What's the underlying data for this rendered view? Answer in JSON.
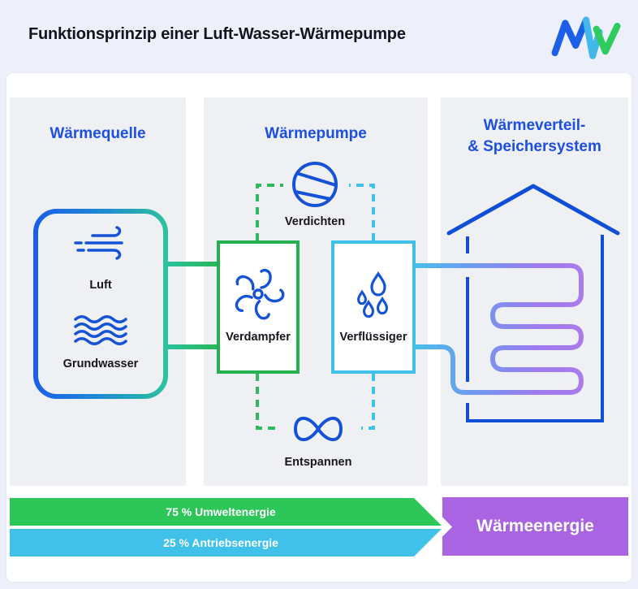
{
  "header": {
    "title": "Funktionsprinzip einer Luft-Wasser-Wärmepumpe",
    "logo": "MVV"
  },
  "columns": {
    "source": {
      "title": "Wärmequelle",
      "items": [
        {
          "icon": "wind-icon",
          "label": "Luft"
        },
        {
          "icon": "waves-icon",
          "label": "Grundwasser"
        }
      ]
    },
    "pump": {
      "title": "Wärmepumpe",
      "compress": {
        "icon": "compressor-icon",
        "label": "Verdichten"
      },
      "evaporator": {
        "icon": "fan-icon",
        "label": "Verdampfer"
      },
      "condenser": {
        "icon": "droplets-icon",
        "label": "Verflüssiger"
      },
      "expand": {
        "icon": "expansion-valve-icon",
        "label": "Entspannen"
      }
    },
    "distribution": {
      "title_line1": "Wärmeverteil-",
      "title_line2": "& Speichersystem",
      "icon": "house-heating-coil-icon"
    }
  },
  "energy_banner": {
    "environment": {
      "label": "75 % Umweltenergie",
      "color": "#2cc659"
    },
    "drive": {
      "label": "25 % Antriebsenergie",
      "color": "#3fc1e9"
    },
    "output": {
      "label": "Wärmeenergie",
      "color": "#a964e1"
    }
  },
  "colors": {
    "page_bg": "#edeffa",
    "card_bg": "#ffffff",
    "column_bg": "#eff0f3",
    "heading_blue": "#1d4fe1",
    "icon_blue": "#1553d6",
    "house_blue": "#0f4fd8",
    "box_green": "#25b152",
    "dash_green": "#2eb95c",
    "teal": "#2cc29e",
    "cyan": "#3fc1e9",
    "coil_purple": "#ab79ea",
    "banner_purple": "#a964e1"
  }
}
